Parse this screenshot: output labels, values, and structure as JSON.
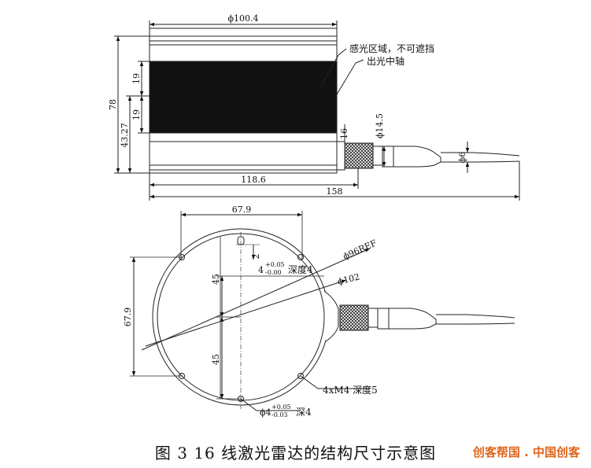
{
  "side_view": {
    "top_diameter": "ϕ100.4",
    "sensing_area_note": "感光区域，不可遮挡",
    "axis_note": "出光中轴",
    "total_height": "78",
    "band_upper": "19",
    "band_lower": "19",
    "axis_height": "43.27",
    "connector_height": "16",
    "connector_diameter": "ϕ14.5",
    "cable_diameter": "ϕ6",
    "body_length": "118.6",
    "total_length": "158"
  },
  "top_view": {
    "top_width": "67.9",
    "left_height": "67.9",
    "hole_offset": "2",
    "upper_half": "45",
    "lower_half": "45",
    "pin_hole_tol": "4",
    "pin_hole_tol_plus": "+0.05",
    "pin_hole_tol_minus": "-0.00",
    "pin_hole_depth": "深度4",
    "ref_diameter": "ϕ96REF",
    "outer_diameter": "ϕ102",
    "thread_note": "4xM4 深度5",
    "bottom_hole": "ϕ4",
    "bottom_hole_plus": "+0.05",
    "bottom_hole_minus": "-0.03",
    "bottom_hole_depth": "深4"
  },
  "caption": "图 3    16 线激光雷达的结构尺寸示意图",
  "watermark": "创客帮国 . 中国创客"
}
